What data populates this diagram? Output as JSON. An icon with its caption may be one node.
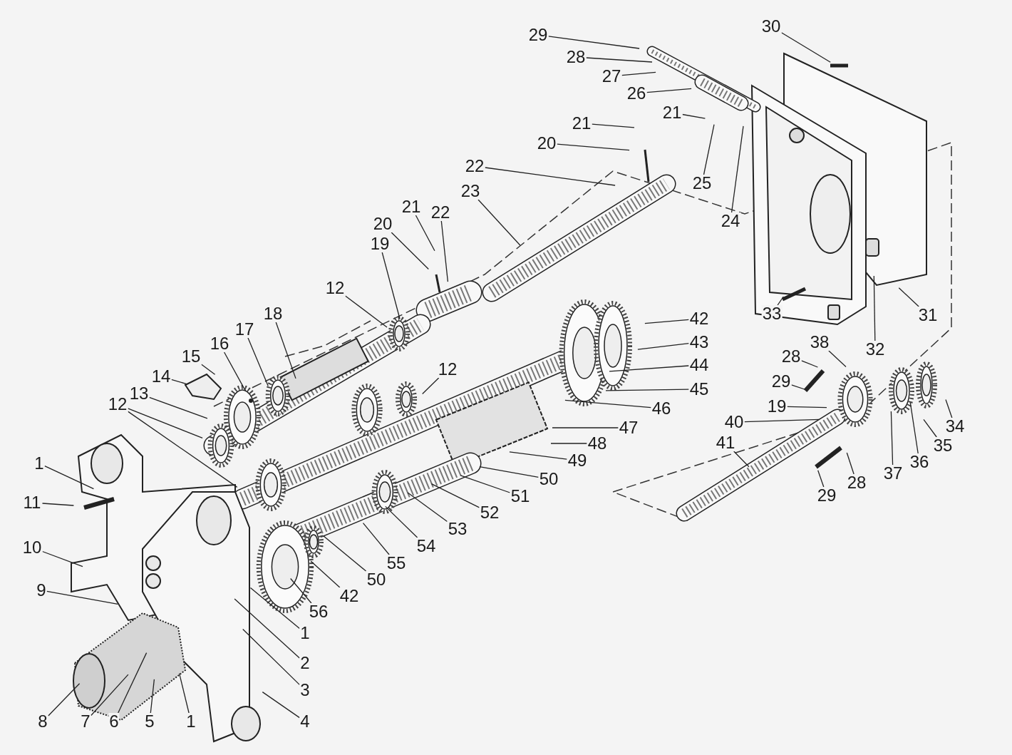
{
  "diagram": {
    "nodes": [
      {
        "text": [
          "29"
        ]
      },
      {
        "text": [
          "30"
        ]
      },
      {
        "text": [
          "28"
        ]
      },
      {
        "text": [
          "27"
        ]
      },
      {
        "text": [
          "26"
        ]
      },
      {
        "text": [
          "21"
        ]
      },
      {
        "text": [
          "21"
        ]
      },
      {
        "text": [
          "20"
        ]
      },
      {
        "text": [
          "22"
        ]
      },
      {
        "text": [
          "25"
        ]
      },
      {
        "text": [
          "23"
        ]
      },
      {
        "text": [
          "22"
        ]
      },
      {
        "text": [
          "21"
        ]
      },
      {
        "text": [
          "24"
        ]
      },
      {
        "text": [
          "20"
        ]
      },
      {
        "text": [
          "19"
        ]
      },
      {
        "text": [
          "12"
        ]
      },
      {
        "text": [
          "18"
        ]
      },
      {
        "text": [
          "31"
        ]
      },
      {
        "text": [
          "33"
        ]
      },
      {
        "text": [
          "42"
        ]
      },
      {
        "text": [
          "17"
        ]
      },
      {
        "text": [
          "16"
        ]
      },
      {
        "text": [
          "43"
        ]
      },
      {
        "text": [
          "32"
        ]
      },
      {
        "text": [
          "38"
        ]
      },
      {
        "text": [
          "15"
        ]
      },
      {
        "text": [
          "28"
        ]
      },
      {
        "text": [
          "12"
        ]
      },
      {
        "text": [
          "44"
        ]
      },
      {
        "text": [
          "14"
        ]
      },
      {
        "text": [
          "29"
        ]
      },
      {
        "text": [
          "45"
        ]
      },
      {
        "text": [
          "13"
        ]
      },
      {
        "text": [
          "12"
        ]
      },
      {
        "text": [
          "19"
        ]
      },
      {
        "text": [
          "46"
        ]
      },
      {
        "text": [
          "40"
        ]
      },
      {
        "text": [
          "47"
        ]
      },
      {
        "text": [
          "34"
        ]
      },
      {
        "text": [
          "41"
        ]
      },
      {
        "text": [
          "48"
        ]
      },
      {
        "text": [
          "35"
        ]
      },
      {
        "text": [
          "49"
        ]
      },
      {
        "text": [
          "36"
        ]
      },
      {
        "text": [
          "1"
        ]
      },
      {
        "text": [
          "37"
        ]
      },
      {
        "text": [
          "50"
        ]
      },
      {
        "text": [
          "28"
        ]
      },
      {
        "text": [
          "29"
        ]
      },
      {
        "text": [
          "51"
        ]
      },
      {
        "text": [
          "11"
        ]
      },
      {
        "text": [
          "52"
        ]
      },
      {
        "text": [
          "53"
        ]
      },
      {
        "text": [
          "10"
        ]
      },
      {
        "text": [
          "54"
        ]
      },
      {
        "text": [
          "55"
        ]
      },
      {
        "text": [
          "50"
        ]
      },
      {
        "text": [
          "9"
        ]
      },
      {
        "text": [
          "42"
        ]
      },
      {
        "text": [
          "56"
        ]
      },
      {
        "text": [
          "1"
        ]
      },
      {
        "text": [
          "2"
        ]
      },
      {
        "text": [
          "3"
        ]
      },
      {
        "text": [
          "8"
        ]
      },
      {
        "text": [
          "7"
        ]
      },
      {
        "text": [
          "6"
        ]
      },
      {
        "text": [
          "5"
        ]
      },
      {
        "text": [
          "1"
        ]
      },
      {
        "text": [
          "4"
        ]
      }
    ],
    "edges": [
      {
        "from": 0,
        "to": null,
        "arrow": "none"
      },
      {
        "from": 1,
        "to": null,
        "arrow": "none"
      },
      {
        "from": 2,
        "to": null,
        "arrow": "none"
      },
      {
        "from": 3,
        "to": null,
        "arrow": "none"
      },
      {
        "from": 4,
        "to": null,
        "arrow": "none"
      },
      {
        "from": 5,
        "to": null,
        "arrow": "none"
      },
      {
        "from": 6,
        "to": null,
        "arrow": "none"
      },
      {
        "from": 7,
        "to": null,
        "arrow": "none"
      },
      {
        "from": 8,
        "to": null,
        "arrow": "none"
      },
      {
        "from": 9,
        "to": null,
        "arrow": "none"
      },
      {
        "from": 10,
        "to": null,
        "arrow": "none"
      },
      {
        "from": 11,
        "to": null,
        "arrow": "none"
      },
      {
        "from": 12,
        "to": null,
        "arrow": "none"
      },
      {
        "from": 13,
        "to": null,
        "arrow": "none"
      },
      {
        "from": 14,
        "to": null,
        "arrow": "none"
      },
      {
        "from": 15,
        "to": null,
        "arrow": "none"
      },
      {
        "from": 16,
        "to": null,
        "arrow": "none"
      },
      {
        "from": 17,
        "to": null,
        "arrow": "none"
      },
      {
        "from": 18,
        "to": null,
        "arrow": "none"
      },
      {
        "from": 19,
        "to": null,
        "arrow": "none"
      },
      {
        "from": 20,
        "to": null,
        "arrow": "none"
      },
      {
        "from": 21,
        "to": null,
        "arrow": "none"
      },
      {
        "from": 22,
        "to": null,
        "arrow": "none"
      },
      {
        "from": 23,
        "to": null,
        "arrow": "none"
      },
      {
        "from": 24,
        "to": null,
        "arrow": "none"
      },
      {
        "from": 25,
        "to": null,
        "arrow": "none"
      },
      {
        "from": 26,
        "to": null,
        "arrow": "none"
      },
      {
        "from": 27,
        "to": null,
        "arrow": "none"
      },
      {
        "from": 28,
        "to": null,
        "arrow": "none"
      },
      {
        "from": 29,
        "to": null,
        "arrow": "none"
      },
      {
        "from": 30,
        "to": null,
        "arrow": "none"
      },
      {
        "from": 31,
        "to": null,
        "arrow": "none"
      },
      {
        "from": 32,
        "to": null,
        "arrow": "none"
      },
      {
        "from": 33,
        "to": null,
        "arrow": "none"
      },
      {
        "from": 34,
        "to": null,
        "arrow": "none"
      },
      {
        "from": 34,
        "to": null,
        "arrow": "none"
      },
      {
        "from": 35,
        "to": null,
        "arrow": "none"
      },
      {
        "from": 36,
        "to": null,
        "arrow": "none"
      },
      {
        "from": 37,
        "to": null,
        "arrow": "none"
      },
      {
        "from": 38,
        "to": null,
        "arrow": "none"
      },
      {
        "from": 39,
        "to": null,
        "arrow": "none"
      },
      {
        "from": 40,
        "to": null,
        "arrow": "none"
      },
      {
        "from": 41,
        "to": null,
        "arrow": "none"
      },
      {
        "from": 42,
        "to": null,
        "arrow": "none"
      },
      {
        "from": 43,
        "to": null,
        "arrow": "none"
      },
      {
        "from": 44,
        "to": null,
        "arrow": "none"
      },
      {
        "from": 45,
        "to": null,
        "arrow": "none"
      },
      {
        "from": 46,
        "to": null,
        "arrow": "none"
      },
      {
        "from": 47,
        "to": null,
        "arrow": "none"
      },
      {
        "from": 48,
        "to": null,
        "arrow": "none"
      },
      {
        "from": 49,
        "to": null,
        "arrow": "none"
      },
      {
        "from": 50,
        "to": null,
        "arrow": "none"
      },
      {
        "from": 51,
        "to": null,
        "arrow": "none"
      },
      {
        "from": 52,
        "to": null,
        "arrow": "none"
      },
      {
        "from": 53,
        "to": null,
        "arrow": "none"
      },
      {
        "from": 54,
        "to": null,
        "arrow": "none"
      },
      {
        "from": 55,
        "to": null,
        "arrow": "none"
      },
      {
        "from": 56,
        "to": null,
        "arrow": "none"
      },
      {
        "from": 57,
        "to": null,
        "arrow": "none"
      },
      {
        "from": 58,
        "to": null,
        "arrow": "none"
      },
      {
        "from": 59,
        "to": null,
        "arrow": "none"
      },
      {
        "from": 60,
        "to": null,
        "arrow": "none"
      },
      {
        "from": 61,
        "to": null,
        "arrow": "none"
      },
      {
        "from": 62,
        "to": null,
        "arrow": "none"
      },
      {
        "from": 63,
        "to": null,
        "arrow": "none"
      },
      {
        "from": 64,
        "to": null,
        "arrow": "none"
      },
      {
        "from": 65,
        "to": null,
        "arrow": "none"
      },
      {
        "from": 66,
        "to": null,
        "arrow": "none"
      },
      {
        "from": 67,
        "to": null,
        "arrow": "none"
      },
      {
        "from": 68,
        "to": null,
        "arrow": "none"
      },
      {
        "from": 69,
        "to": null,
        "arrow": "none"
      }
    ]
  }
}
